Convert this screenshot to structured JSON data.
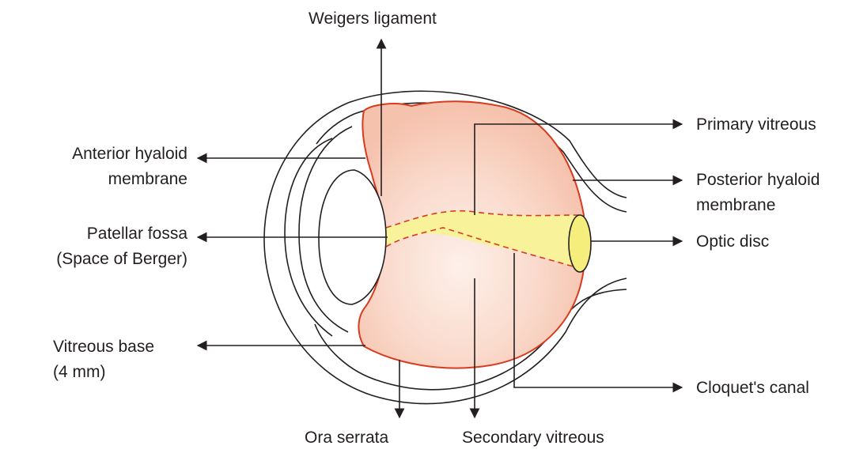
{
  "labels": {
    "weigers_ligament": "Weigers ligament",
    "anterior_hyaloid_1": "Anterior hyaloid",
    "anterior_hyaloid_2": "membrane",
    "patellar_fossa_1": "Patellar fossa",
    "patellar_fossa_2": "(Space of Berger)",
    "vitreous_base_1": "Vitreous base",
    "vitreous_base_2": "(4 mm)",
    "ora_serrata": "Ora serrata",
    "secondary_vitreous": "Secondary vitreous",
    "primary_vitreous": "Primary vitreous",
    "posterior_hyaloid_1": "Posterior hyaloid",
    "posterior_hyaloid_2": "membrane",
    "optic_disc": "Optic disc",
    "cloquets_canal": "Cloquet's canal"
  },
  "colors": {
    "vitreous_fill": "#f7c9b7",
    "vitreous_center": "#fdf0ea",
    "hyaloid_outline": "#d93b1f",
    "canal_fill": "#f8f39a",
    "optic_disc_fill": "#f5ee7c",
    "line": "#231f20"
  }
}
